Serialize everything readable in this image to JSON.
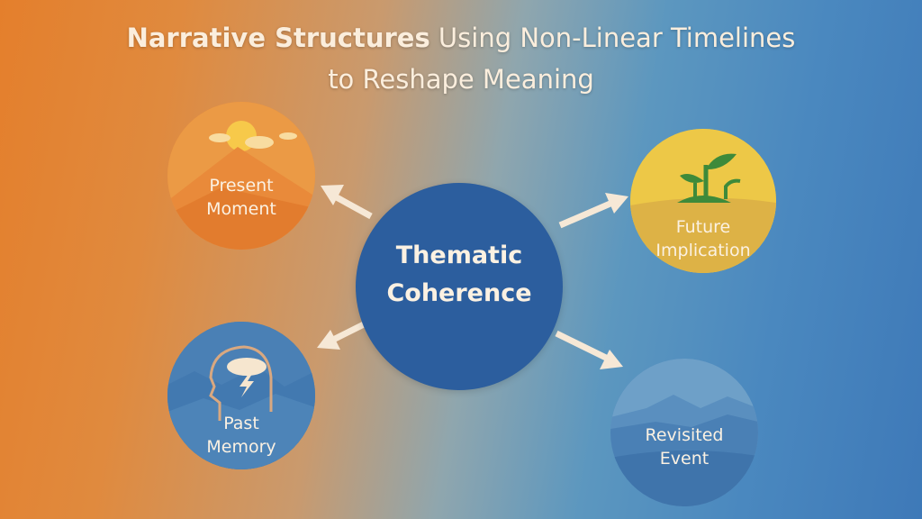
{
  "title": {
    "bold_part": "Narrative Structures",
    "regular_part": " Using Non-Linear Timelines",
    "line2": "to Reshape Meaning"
  },
  "center": {
    "line1": "Thematic",
    "line2": "Coherence",
    "color": "#2c5e9e"
  },
  "nodes": [
    {
      "id": "present",
      "line1": "Present",
      "line2": "Moment",
      "icon": "sun-mountain-icon",
      "color": "#e8893a"
    },
    {
      "id": "future",
      "line1": "Future",
      "line2": "Implication",
      "icon": "sprout-icon",
      "color": "#e9c23f"
    },
    {
      "id": "past",
      "line1": "Past",
      "line2": "Memory",
      "icon": "head-storm-icon",
      "color": "#4b82b8"
    },
    {
      "id": "revisited",
      "line1": "Revisited",
      "line2": "Event",
      "icon": "misty-mountains-icon",
      "color": "#4f86b8"
    }
  ]
}
